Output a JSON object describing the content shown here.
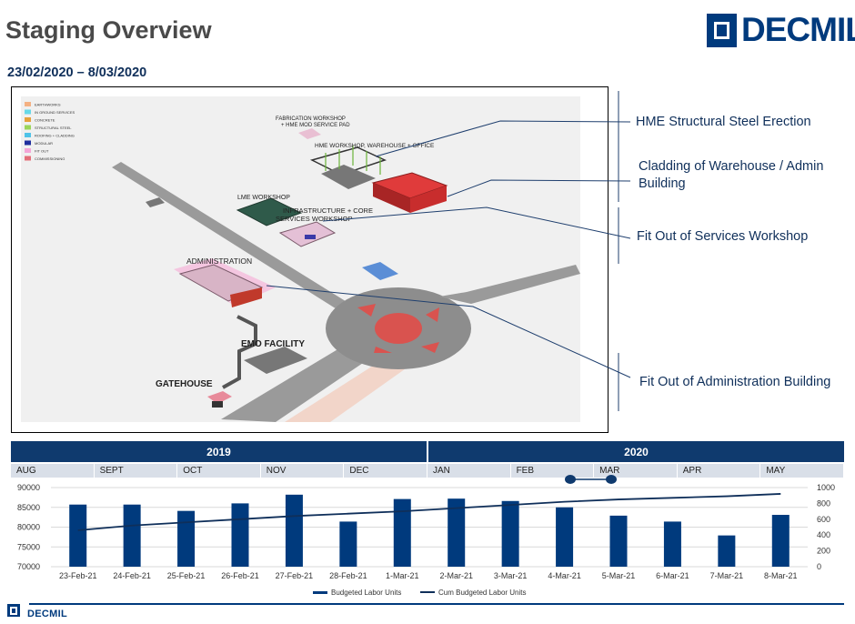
{
  "header": {
    "title": "Staging Overview",
    "date_range": "23/02/2020 – 8/03/2020",
    "logo_text": "DECMIL"
  },
  "scene": {
    "legend": [
      "EARTHWORKS",
      "IN GROUND SERVICES",
      "CONCRETE",
      "STRUCTURAL STEEL",
      "ROOFING + CLADDING",
      "MODULAR",
      "FIT OUT",
      "COMMISSIONING"
    ],
    "legend_colors": [
      "#f4b183",
      "#66d9e8",
      "#e6a23c",
      "#9bd65a",
      "#4fc3e8",
      "#1f2f9e",
      "#f4a6d7",
      "#e36f7a"
    ],
    "labels": {
      "fabrication": "FABRICATION WORKSHOP",
      "fabrication_sub": "+ HME MOD SERVICE PAD",
      "hme": "HME WORKSHOP, WAREHOUSE + OFFICE",
      "lme": "LME WORKSHOP",
      "infrastructure": "INFRASTRUCTURE + CORE",
      "services": "SERVICES WORKSHOP",
      "administration": "ADMINISTRATION",
      "emo": "EMO FACILITY",
      "gatehouse": "GATEHOUSE"
    }
  },
  "annotations": [
    {
      "text": "HME Structural Steel Erection"
    },
    {
      "text": "Cladding of Warehouse / Admin",
      "text2": "Building"
    },
    {
      "text": "Fit Out of Services Workshop"
    },
    {
      "text": "Fit Out of Administration Building"
    }
  ],
  "timeline": {
    "years": [
      "2019",
      "2020"
    ],
    "months": [
      "AUG",
      "SEPT",
      "OCT",
      "NOV",
      "DEC",
      "JAN",
      "FEB",
      "MAR",
      "APR",
      "MAY"
    ]
  },
  "chart_data": {
    "type": "bar",
    "categories": [
      "23-Feb-21",
      "24-Feb-21",
      "25-Feb-21",
      "26-Feb-21",
      "27-Feb-21",
      "28-Feb-21",
      "1-Mar-21",
      "2-Mar-21",
      "3-Mar-21",
      "4-Mar-21",
      "5-Mar-21",
      "6-Mar-21",
      "7-Mar-21",
      "8-Mar-21"
    ],
    "series": [
      {
        "name": "Budgeted Labor Units",
        "type": "bar",
        "axis": "left",
        "color": "#003a7d",
        "values": [
          85700,
          85700,
          84100,
          86000,
          88200,
          81400,
          87100,
          87200,
          86600,
          85000,
          82900,
          81400,
          77900,
          83100
        ]
      },
      {
        "name": "Cum Budgeted Labor Units",
        "type": "line",
        "axis": "right",
        "color": "#0f2f5a",
        "values": [
          460,
          520,
          560,
          600,
          640,
          670,
          700,
          740,
          780,
          820,
          850,
          870,
          890,
          920
        ]
      }
    ],
    "ylim_left": [
      70000,
      90000
    ],
    "yticks_left": [
      "90000",
      "85000",
      "80000",
      "75000",
      "70000"
    ],
    "ylim_right": [
      0,
      1000
    ],
    "yticks_right": [
      "1000",
      "800",
      "600",
      "400",
      "200",
      "0"
    ],
    "legend_position": "bottom"
  },
  "footer": {
    "text": "DECMIL"
  }
}
